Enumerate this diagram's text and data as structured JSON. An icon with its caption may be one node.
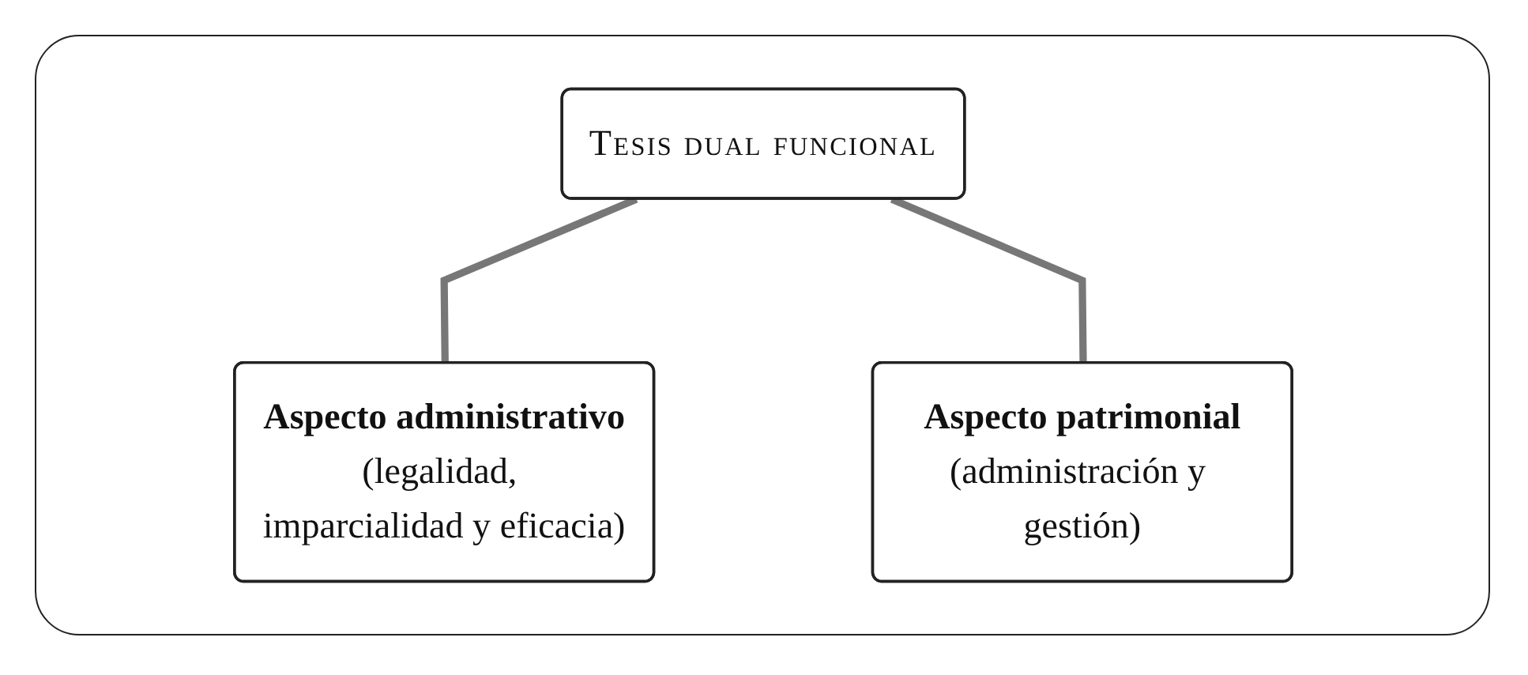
{
  "diagram": {
    "nodes": [
      {
        "text": [
          "Tesis dual funcional"
        ]
      },
      {
        "text": [
          "Aspecto administrativo",
          "(legalidad, imparcialidad y eficacia)"
        ]
      },
      {
        "text": [
          "Aspecto patrimonial",
          "(administración y gestión)"
        ]
      }
    ],
    "edges": [
      {
        "from": 0,
        "to": 1,
        "arrow": "none"
      },
      {
        "from": 0,
        "to": 2,
        "arrow": "none"
      }
    ]
  }
}
